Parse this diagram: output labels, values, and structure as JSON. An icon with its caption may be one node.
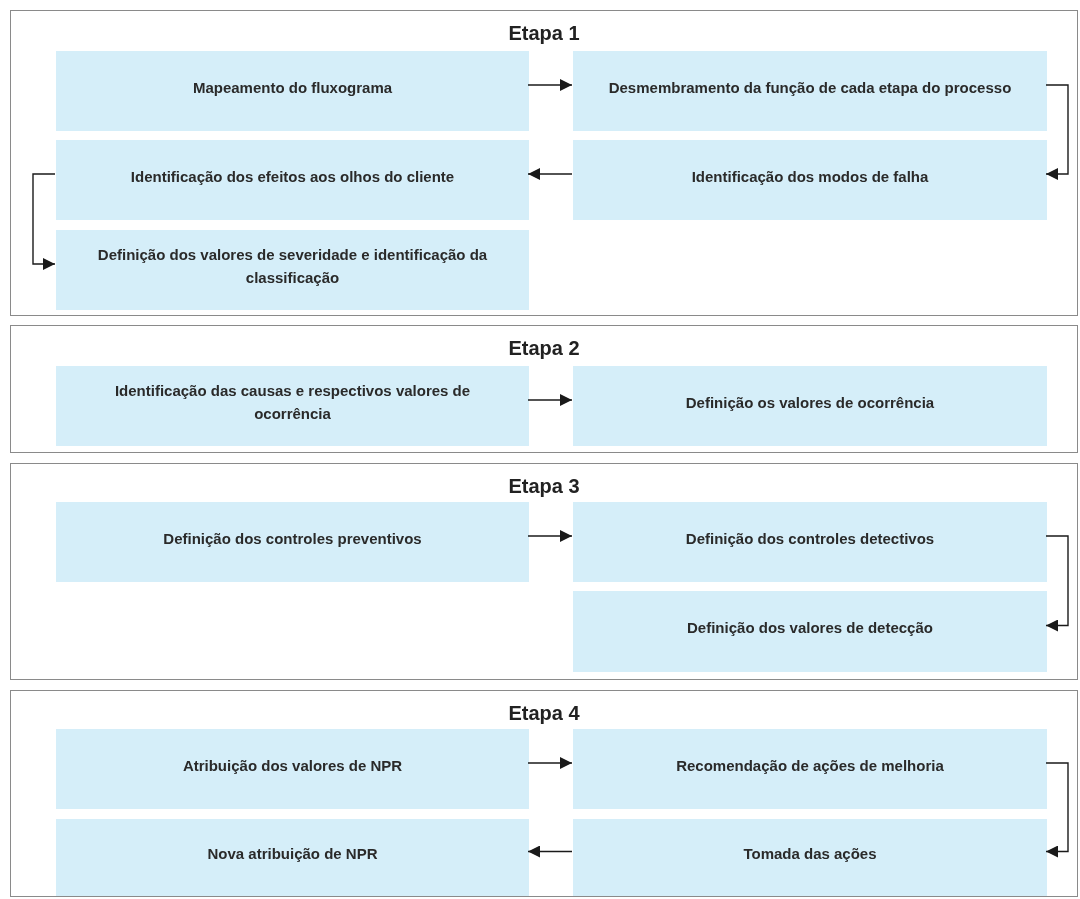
{
  "diagram": {
    "nodes": [
      {
        "text": [
          "Etapa 1"
        ]
      },
      {
        "text": [
          "Mapeamento do fluxograma"
        ],
        "in": 0
      },
      {
        "text": [
          "Desmembramento da função de cada etapa do processo"
        ],
        "in": 0
      },
      {
        "text": [
          "Identificação dos efeitos aos olhos do cliente"
        ],
        "in": 0
      },
      {
        "text": [
          "Identificação dos modos de falha"
        ],
        "in": 0
      },
      {
        "text": [
          "Definição dos valores de severidade e identificação da classificação"
        ],
        "in": 0
      },
      {
        "text": [
          "Etapa 2"
        ]
      },
      {
        "text": [
          "Identificação das causas e respectivos valores de ocorrência"
        ],
        "in": 6
      },
      {
        "text": [
          "Definição os valores de ocorrência"
        ],
        "in": 6
      },
      {
        "text": [
          "Etapa 3"
        ]
      },
      {
        "text": [
          "Definição dos controles preventivos"
        ],
        "in": 9
      },
      {
        "text": [
          "Definição dos controles detectivos"
        ],
        "in": 9
      },
      {
        "text": [
          "Definição dos valores de detecção"
        ],
        "in": 9
      },
      {
        "text": [
          "Etapa 4"
        ]
      },
      {
        "text": [
          "Atribuição dos valores de NPR"
        ],
        "in": 13
      },
      {
        "text": [
          "Recomendação de ações de melhoria"
        ],
        "in": 13
      },
      {
        "text": [
          "Nova atribuição de NPR"
        ],
        "in": 13
      },
      {
        "text": [
          "Tomada das ações"
        ],
        "in": 13
      }
    ],
    "edges": [
      {
        "from": 1,
        "to": 2,
        "arrow": "to"
      },
      {
        "from": 2,
        "to": 4,
        "arrow": "to"
      },
      {
        "from": 4,
        "to": 3,
        "arrow": "to"
      },
      {
        "from": 3,
        "to": 5,
        "arrow": "to"
      },
      {
        "from": 7,
        "to": 8,
        "arrow": "to"
      },
      {
        "from": 10,
        "to": 11,
        "arrow": "to"
      },
      {
        "from": 11,
        "to": 12,
        "arrow": "to"
      },
      {
        "from": 14,
        "to": 15,
        "arrow": "to"
      },
      {
        "from": 15,
        "to": 17,
        "arrow": "to"
      },
      {
        "from": 17,
        "to": 16,
        "arrow": "to"
      }
    ]
  }
}
